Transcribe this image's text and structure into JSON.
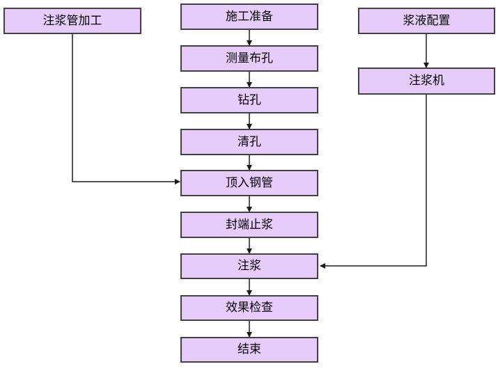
{
  "flowchart": {
    "main_steps": [
      {
        "id": "prep",
        "label": "施工准备"
      },
      {
        "id": "survey",
        "label": "测量布孔"
      },
      {
        "id": "drill",
        "label": "钻孔"
      },
      {
        "id": "clean",
        "label": "清孔"
      },
      {
        "id": "pipe",
        "label": "顶入钢管"
      },
      {
        "id": "seal",
        "label": "封端止浆"
      },
      {
        "id": "grout",
        "label": "注浆"
      },
      {
        "id": "inspect",
        "label": "效果检查"
      },
      {
        "id": "end",
        "label": "结束"
      }
    ],
    "side_steps": {
      "pipe_processing": "注浆管加工",
      "slurry_prep": "浆液配置",
      "grout_machine": "注浆机"
    }
  },
  "colors": {
    "box_fill": "#e7cbfb",
    "box_border": "#404040",
    "connector": "#1a1a1a"
  }
}
